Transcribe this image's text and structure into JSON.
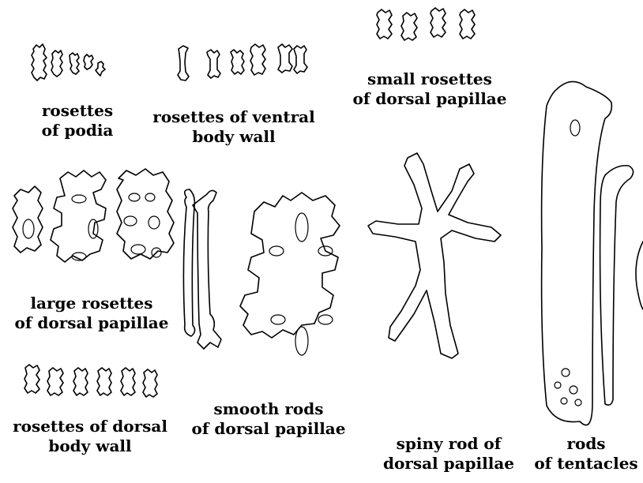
{
  "figure": {
    "captions": [
      {
        "id": "rosettes-podia",
        "lines": [
          "rosettes",
          "of podia"
        ]
      },
      {
        "id": "rosettes-ventral-body-wall",
        "lines": [
          "rosettes of ventral",
          "body wall"
        ]
      },
      {
        "id": "small-rosettes-dorsal-papillae",
        "lines": [
          "small rosettes",
          "of dorsal papillae"
        ]
      },
      {
        "id": "large-rosettes-dorsal-papillae",
        "lines": [
          "large rosettes",
          "of dorsal papillae"
        ]
      },
      {
        "id": "rosettes-dorsal-body-wall",
        "lines": [
          "rosettes of dorsal",
          "body wall"
        ]
      },
      {
        "id": "smooth-rods-dorsal-papillae",
        "lines": [
          "smooth rods",
          "of dorsal papillae"
        ]
      },
      {
        "id": "spiny-rod-dorsal-papillae",
        "lines": [
          "spiny rod of",
          "dorsal papillae"
        ]
      },
      {
        "id": "rods-of-tentacles",
        "lines": [
          "rods",
          "of tentacles"
        ]
      }
    ]
  }
}
